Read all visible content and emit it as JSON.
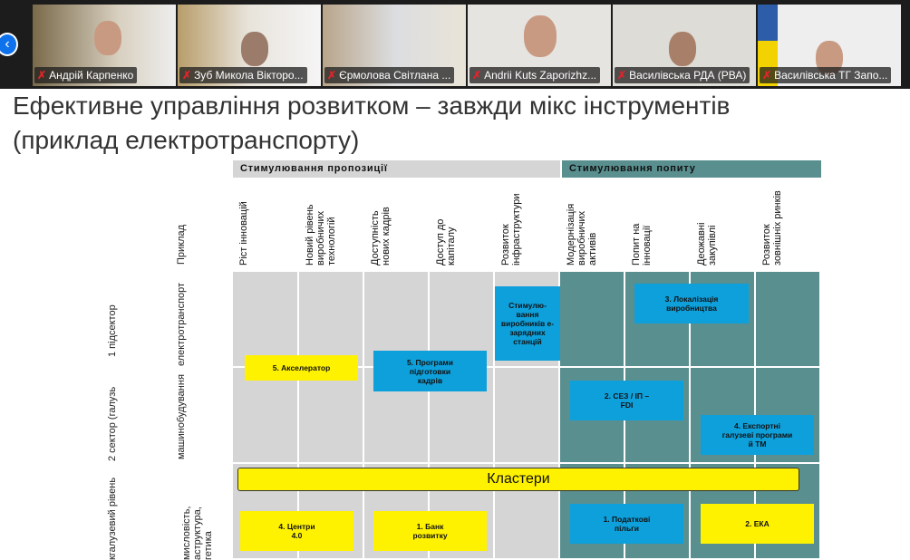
{
  "participants": [
    {
      "name": "Андрій Карпенко"
    },
    {
      "name": "Зуб Микола Вікторо..."
    },
    {
      "name": "Єрмолова Світлана ..."
    },
    {
      "name": "Andrii Kuts Zaporizhz..."
    },
    {
      "name": "Василівська РДА (РВА)"
    },
    {
      "name": "Василівська ТГ Запо..."
    }
  ],
  "icons": {
    "muted": "mic-off-icon",
    "prev": "chevron-left-icon"
  },
  "slide": {
    "title_line1": "Ефективне управління розвитком – завжди мікс інструментів",
    "title_line2": "(приклад електротранспорту)",
    "supply_header": "Стимулювання пропозиції",
    "demand_header": "Стимулювання попиту",
    "example_label": "Приклад",
    "columns": [
      "Ріст інновацій",
      "Новий рівень виробничих технологій",
      "Доступність нових кадрів",
      "Доступ до капіталу",
      "Розвиток інфраструктури",
      "Модернізація виробничих активів",
      "Попит на інновації",
      "Деожавні закупівлі",
      "Розвиток зовнішніх ринків"
    ],
    "rows": [
      {
        "level": "1 підсектор",
        "example": "електротранспорт"
      },
      {
        "level": "2 сектор (галузь",
        "example": "машинобудування"
      },
      {
        "level": "кгалузевий рівень",
        "example": "мисловість, аструктура, гетика"
      }
    ],
    "boxes": {
      "charging": "Стимулю- вання виробників е-зарядних станцій",
      "accelerator": "5. Акселератор",
      "training": "5. Програми підготовки кадрів",
      "localization": "3. Локалізація виробництва",
      "sez": "2. СЕЗ / ІП – FDI",
      "export": "4. Експортні галузеві програми й ТМ",
      "clusters": "Кластери",
      "centers": "4. Центри 4.0",
      "bank": "1. Банк розвитку",
      "tax": "1. Податкові пільги",
      "eca": "2. ЕКА"
    }
  },
  "colors": {
    "supply": "#d6d5d6",
    "demand": "#5a8f90",
    "yellow": "#fff200",
    "blue": "#0ea0db"
  }
}
